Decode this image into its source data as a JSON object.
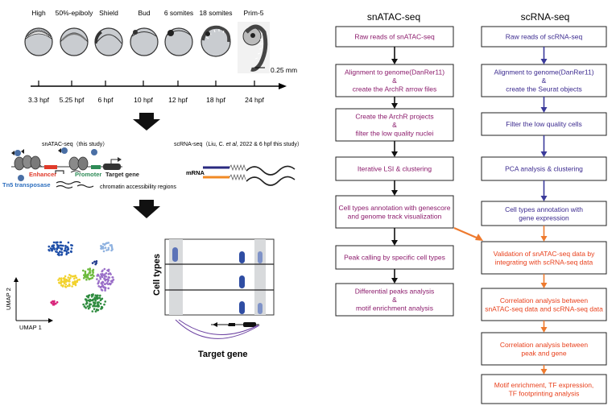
{
  "stages": [
    "High",
    "50%-epiboly",
    "Shield",
    "Bud",
    "6 somites",
    "18 somites",
    "Prim-5"
  ],
  "times": [
    "3.3 hpf",
    "5.25 hpf",
    "6 hpf",
    "10 hpf",
    "12 hpf",
    "18 hpf",
    "24 hpf"
  ],
  "scale_bar": "0.25 mm",
  "snatac_panel": {
    "title": "snATAC-seq（this study）",
    "enhancer": "Enhancer",
    "promoter": "Promoter",
    "target_gene": "Target gene",
    "tn5": "Tn5 transposase",
    "regions": "chromatin accessibility regions"
  },
  "scrna_panel": {
    "title_pre": "scRNA-seq（Liu, C. ",
    "title_em": "et al",
    "title_post": ", 2022 & 6 hpf  this study）",
    "mrna": "mRNA"
  },
  "umap": {
    "x_label": "UMAP 1",
    "y_label": "UMAP 2"
  },
  "track": {
    "y_label": "Cell types",
    "x_label": "Target gene"
  },
  "pipeline_headers": {
    "left": "snATAC-seq",
    "right": "scRNA-seq"
  },
  "left_steps": [
    [
      "Raw reads of snATAC-seq"
    ],
    [
      "Alignment to genome(DanRer11)",
      "&",
      "create the ArchR arrow files"
    ],
    [
      "Create the ArchR projects",
      "&",
      "filter the low quality nuclei"
    ],
    [
      "Iterative LSI & clustering"
    ],
    [
      "Cell types annotation with genescore",
      "and genome track visualization"
    ],
    [
      "Peak calling by specific cell types"
    ],
    [
      "Differential peaks analysis",
      "&",
      "motif enrichment analysis"
    ]
  ],
  "right_steps": [
    [
      "Raw reads of scRNA-seq"
    ],
    [
      "Alignment to genome(DanRer11)",
      "&",
      "create the Seurat objects"
    ],
    [
      "Filter the low quality cells"
    ],
    [
      "PCA analysis & clustering"
    ],
    [
      "Cell types annotation with",
      "gene expression"
    ]
  ],
  "joint_steps": [
    [
      "Validation of snATAC-seq data by",
      "integrating with scRNA-seq data"
    ],
    [
      "Correlation analysis between",
      "snATAC-seq data and scRNA-seq data"
    ],
    [
      "Correlation analysis between",
      "peak and gene"
    ],
    [
      "Motif enrichment, TF expression,",
      "TF footprinting analysis"
    ]
  ],
  "colors": {
    "left_text": "#8B1A6B",
    "right_text": "#3B2A8F",
    "joint_text": "#E8401C",
    "orange_arrow": "#EE7A2E",
    "blue_arrow": "#3A3A9A",
    "enhancer": "#E03A2A",
    "promoter": "#2E8B57",
    "tn5": "#2E6FBF"
  }
}
